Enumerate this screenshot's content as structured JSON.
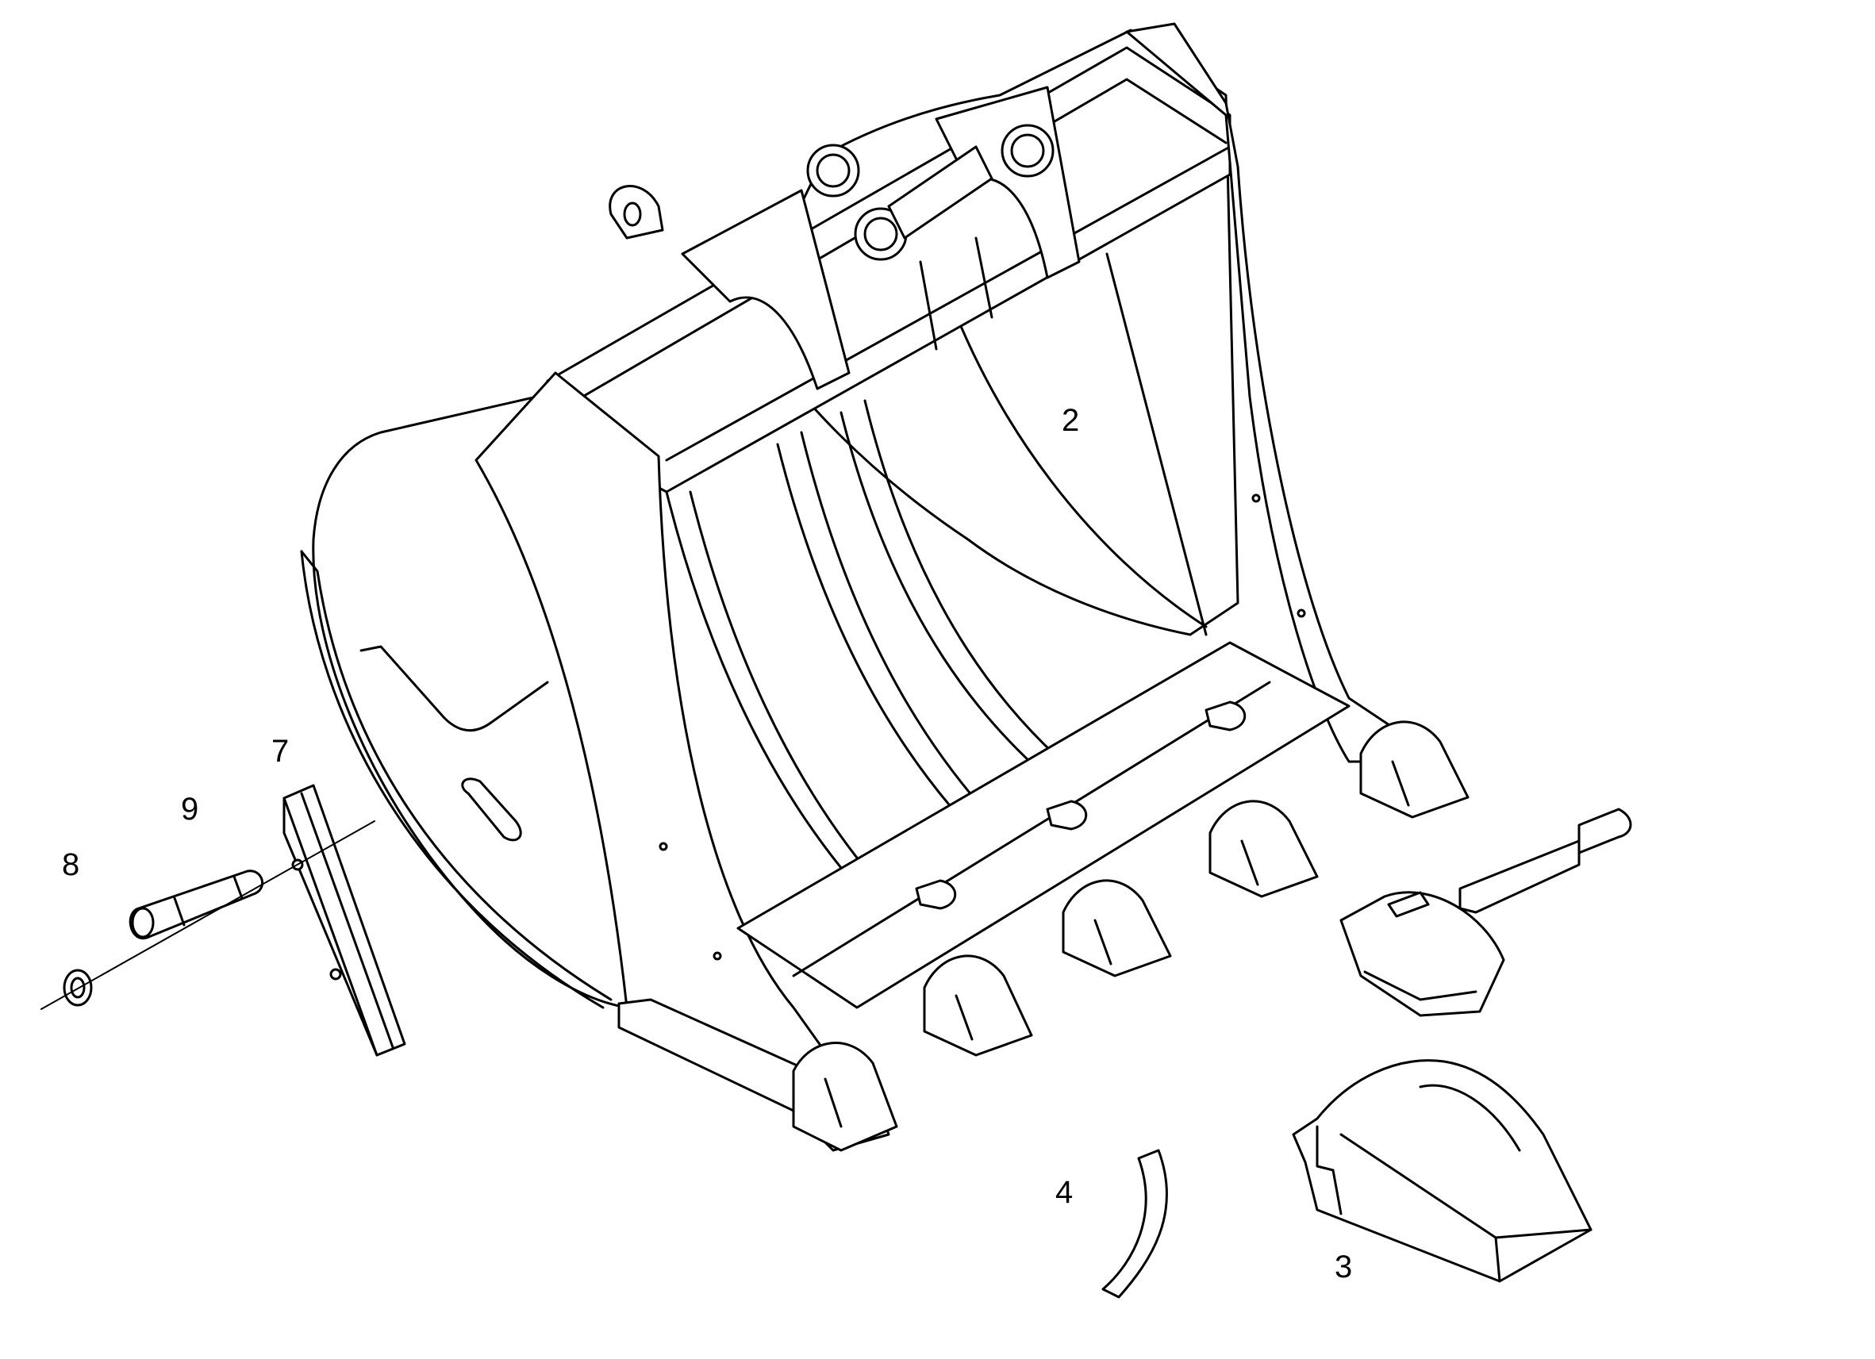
{
  "callouts": {
    "c2": "2",
    "c3": "3",
    "c4": "4",
    "c7": "7",
    "c8": "8",
    "c9": "9"
  }
}
